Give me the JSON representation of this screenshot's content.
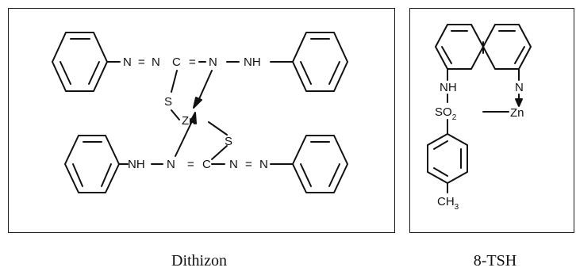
{
  "dithizon": {
    "caption": "Dithizon",
    "labels": {
      "n1": "N",
      "eq1": "=",
      "n2": "N",
      "c_top": "C",
      "eq2": "=",
      "n3": "N",
      "nh_top": "NH",
      "s_left": "S",
      "zn": "Zn",
      "s_right": "S",
      "nh_bottom": "NH",
      "n4": "N",
      "eq3": "=",
      "c_bottom": "C",
      "n5": "N",
      "eq4": "=",
      "n6": "N"
    }
  },
  "tsh": {
    "caption": "8-TSH",
    "labels": {
      "nh": "NH",
      "n": "N",
      "so": "SO",
      "so_sub": "2",
      "zn": "Zn",
      "ch": "CH",
      "ch_sub": "3"
    }
  }
}
